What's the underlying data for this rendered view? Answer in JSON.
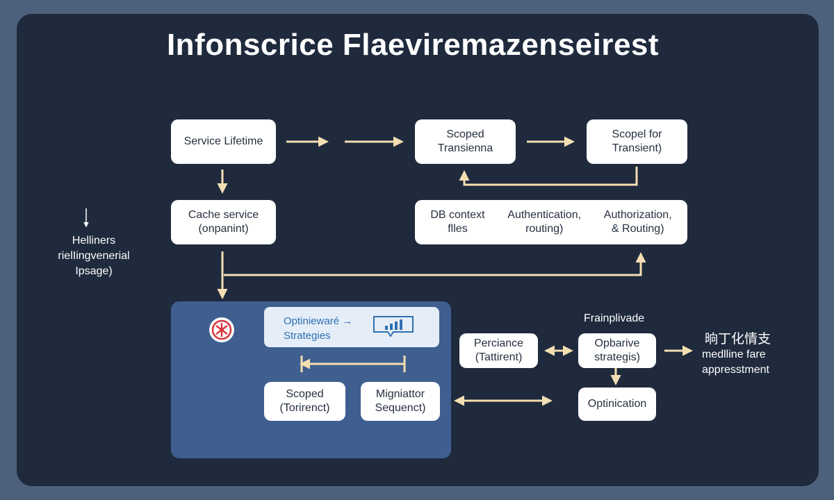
{
  "title": "Infonscrice Flaeviremazenseirest",
  "nodes": {
    "service_lifetime": {
      "lines": [
        "Service Lifetime"
      ]
    },
    "scoped_transienna": {
      "lines": [
        "Scoped",
        "Transienna"
      ]
    },
    "scopel_for": {
      "lines": [
        "Scopel for",
        "Transient)"
      ]
    },
    "cache_service": {
      "lines": [
        "Cache service",
        "(onpanint)"
      ]
    },
    "db_context": {
      "lines": [
        "DB context",
        "flles"
      ]
    },
    "authentication": {
      "lines": [
        "Authentication,",
        "routing)"
      ]
    },
    "authorization": {
      "lines": [
        "Authorization,",
        "& Routing)"
      ]
    },
    "scoped_torirenct": {
      "lines": [
        "Scoped",
        "(Torirenct)"
      ]
    },
    "migniattor": {
      "lines": [
        "Migniattor",
        "Sequenct)"
      ]
    },
    "perciance": {
      "lines": [
        "Perciance",
        "(Tattirent)"
      ]
    },
    "opbarive": {
      "lines": [
        "Opbarive",
        "strategis)"
      ]
    },
    "optinication": {
      "lines": [
        "Optinication"
      ]
    }
  },
  "strategy": {
    "line1": "Optiniewaré →",
    "line2": "Strategies"
  },
  "left_note": {
    "lines": [
      "Helliners",
      "rielIingvenerial",
      "Ipsage)"
    ]
  },
  "frainplivade_label": "Frainplivade",
  "right_note": {
    "lines": [
      "晌丁化情支",
      "medlline fare",
      "appresstment"
    ]
  },
  "colors": {
    "background": "#4d607c",
    "panel": "#1f2a3d",
    "arrow": "#f4dfb2",
    "group": "#3e5f8f",
    "logo": "#d9363e",
    "chart_icon": "#2f6fb0"
  }
}
